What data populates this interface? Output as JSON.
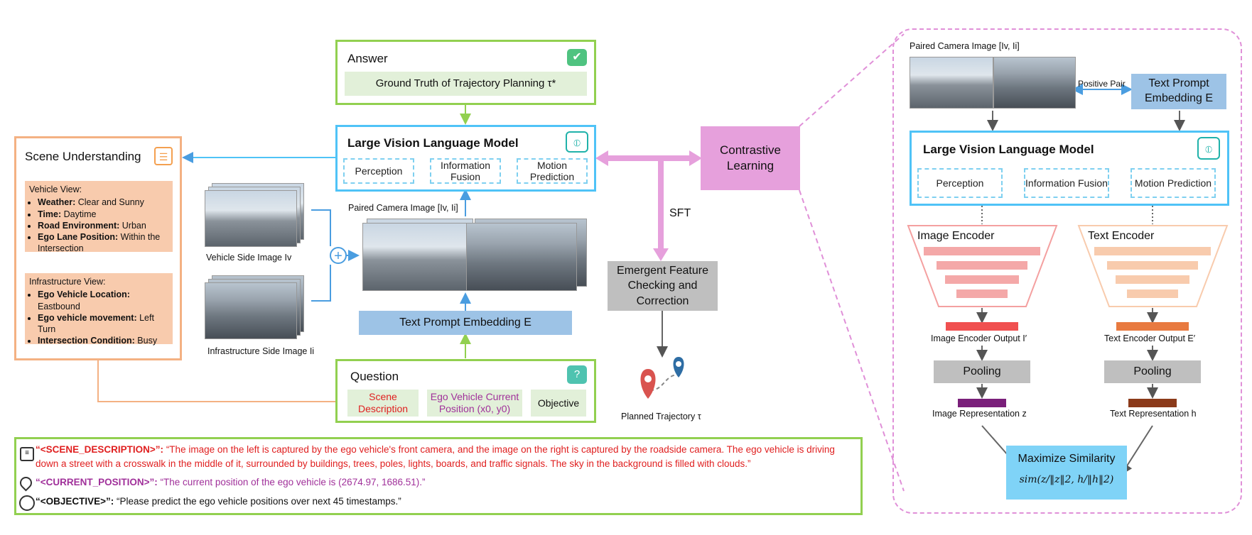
{
  "answer": {
    "title": "Answer",
    "content": "Ground Truth of Trajectory Planning τ*"
  },
  "lvlm": {
    "title": "Large Vision Language Model",
    "perception": "Perception",
    "info_fusion": "Information Fusion",
    "motion_prediction": "Motion Prediction"
  },
  "paired_camera_label": "Paired Camera Image [Iv, Ii]",
  "vehicle_side_label": "Vehicle Side Image Iv",
  "infra_side_label": "Infrastructure Side Image Ii",
  "text_prompt": "Text Prompt Embedding E",
  "question": {
    "title": "Question",
    "scene": "Scene Description",
    "ego": "Ego Vehicle Current Position (x0, y0)",
    "objective": "Objective"
  },
  "scene_understanding": {
    "title": "Scene Understanding",
    "vehicle_view": {
      "heading": "Vehicle View:",
      "items": [
        {
          "key": "Weather:",
          "value": " Clear and Sunny"
        },
        {
          "key": "Time:",
          "value": " Daytime"
        },
        {
          "key": "Road Environment:",
          "value": " Urban"
        },
        {
          "key": "Ego Lane Position:",
          "value": " Within the Intersection"
        }
      ]
    },
    "infra_view": {
      "heading": "Infrastructure View:",
      "items": [
        {
          "key": "Ego Vehicle Location:",
          "value": " Eastbound"
        },
        {
          "key": "Ego vehicle movement:",
          "value": " Left Turn"
        },
        {
          "key": "Intersection Condition:",
          "value": " Busy"
        }
      ]
    }
  },
  "contrastive": "Contrastive Learning",
  "sft": "SFT",
  "emergent": "Emergent Feature Checking and Correction",
  "planned_trajectory": "Planned Trajectory τ",
  "right_panel": {
    "paired_camera_label": "Paired Camera Image [Iv, Ii]",
    "positive_pair": "Positive Pair",
    "text_prompt": "Text Prompt Embedding E",
    "lvlm_title": "Large Vision Language Model",
    "perception": "Perception",
    "info_fusion": "Information Fusion",
    "motion_prediction": "Motion Prediction",
    "image_encoder": "Image Encoder",
    "text_encoder": "Text Encoder",
    "image_encoder_output": "Image Encoder Output I′",
    "text_encoder_output": "Text Encoder Output E′",
    "pooling_left": "Pooling",
    "pooling_right": "Pooling",
    "image_representation": "Image Representation z",
    "text_representation": "Text Representation h",
    "maximize": "Maximize Similarity",
    "sim_formula": "sim(z/‖z‖2, h/‖h‖2)"
  },
  "bottom": {
    "scene_key": "“<SCENE_DESCRIPTION>”:",
    "scene_text": "“The image on the left is captured by the ego vehicle's front camera, and the image on the right is captured by the roadside camera. The ego vehicle is driving down a street with a crosswalk in the middle of it, surrounded by buildings, trees, poles, lights, boards, and traffic signals. The sky in the background is filled with clouds.”",
    "position_key": "“<CURRENT_POSITION>”:",
    "position_text": "“The current position of the ego vehicle is (2674.97, 1686.51).”",
    "objective_key": "“<OBJECTIVE>”:",
    "objective_text": "“Please predict the ego vehicle positions over next 45 timestamps.”"
  },
  "colors": {
    "green": "#92d050",
    "blue": "#4fc3f7",
    "orange": "#f4b183",
    "pink": "#e6a0dc",
    "red": "#e02020",
    "purple": "#a0309a"
  }
}
